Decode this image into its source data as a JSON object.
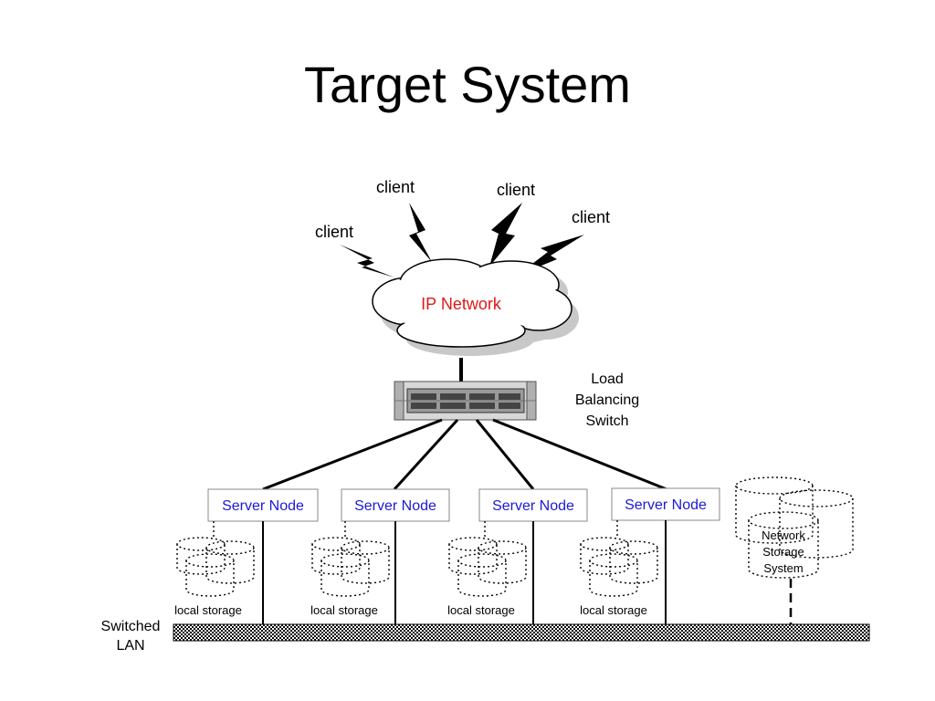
{
  "title": "Target System",
  "clients": [
    "client",
    "client",
    "client",
    "client"
  ],
  "network": {
    "label": "IP Network"
  },
  "load_balancer": {
    "line1": "Load",
    "line2": "Balancing",
    "line3": "Switch"
  },
  "server_nodes": [
    "Server Node",
    "Server Node",
    "Server Node",
    "Server Node"
  ],
  "local_storage": [
    "local storage",
    "local storage",
    "local storage",
    "local storage"
  ],
  "network_storage": {
    "line1": "Network",
    "line2": "Storage",
    "line3": "System"
  },
  "lan": {
    "line1": "Switched",
    "line2": "LAN"
  },
  "colors": {
    "network_label": "#e01818",
    "server_node_label": "#1a1ad6"
  }
}
